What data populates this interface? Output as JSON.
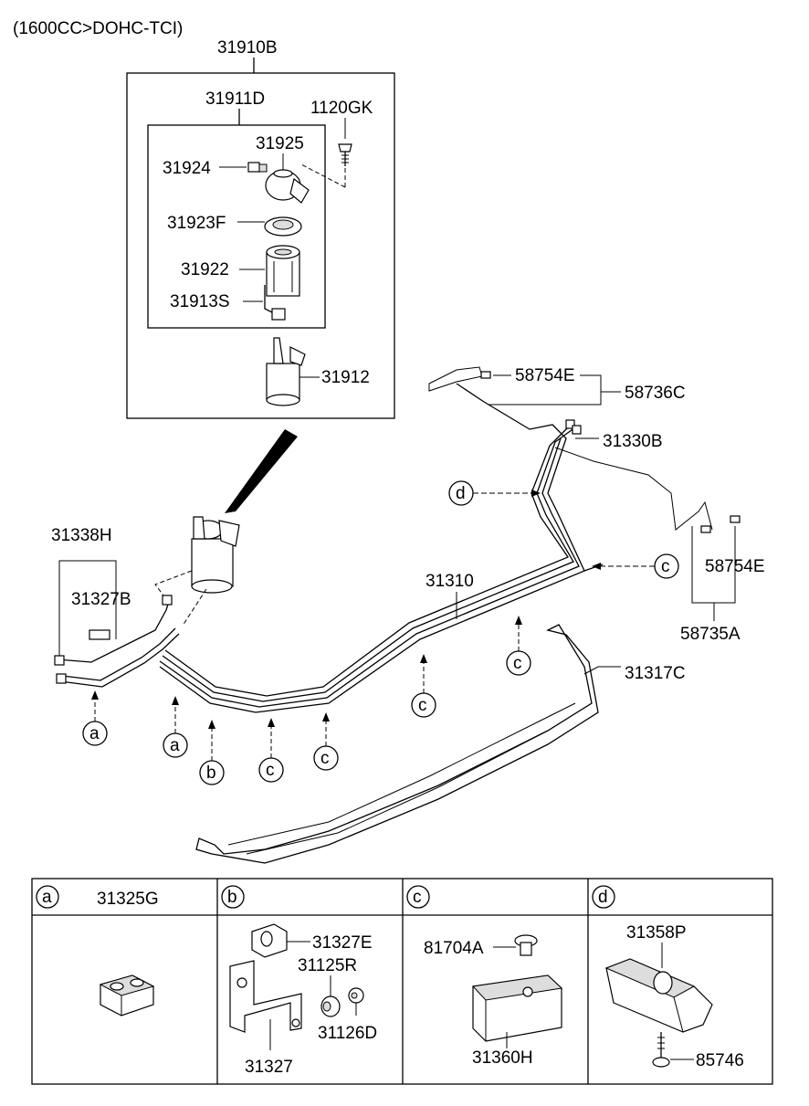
{
  "header": {
    "engine": "(1600CC>DOHC-TCI)"
  },
  "parts": {
    "p31910B": "31910B",
    "p31911D": "31911D",
    "p1120GK": "1120GK",
    "p31925": "31925",
    "p31924": "31924",
    "p31923F": "31923F",
    "p31922": "31922",
    "p31913S": "31913S",
    "p31912": "31912",
    "p58754E_top": "58754E",
    "p58736C": "58736C",
    "p31330B": "31330B",
    "p31338H": "31338H",
    "p31327B": "31327B",
    "p31310": "31310",
    "p58754E_right": "58754E",
    "p58735A": "58735A",
    "p31317C": "31317C"
  },
  "callouts": {
    "a": "a",
    "b": "b",
    "c": "c",
    "d": "d"
  },
  "table": {
    "headers": [
      {
        "letter": "a",
        "part": "31325G"
      },
      {
        "letter": "b",
        "part": ""
      },
      {
        "letter": "c",
        "part": ""
      },
      {
        "letter": "d",
        "part": ""
      }
    ],
    "cell_b": {
      "p1": "31327E",
      "p2": "31125R",
      "p3": "31126D",
      "p4": "31327"
    },
    "cell_c": {
      "p1": "81704A",
      "p2": "31360H"
    },
    "cell_d": {
      "p1": "31358P",
      "p2": "85746"
    }
  }
}
